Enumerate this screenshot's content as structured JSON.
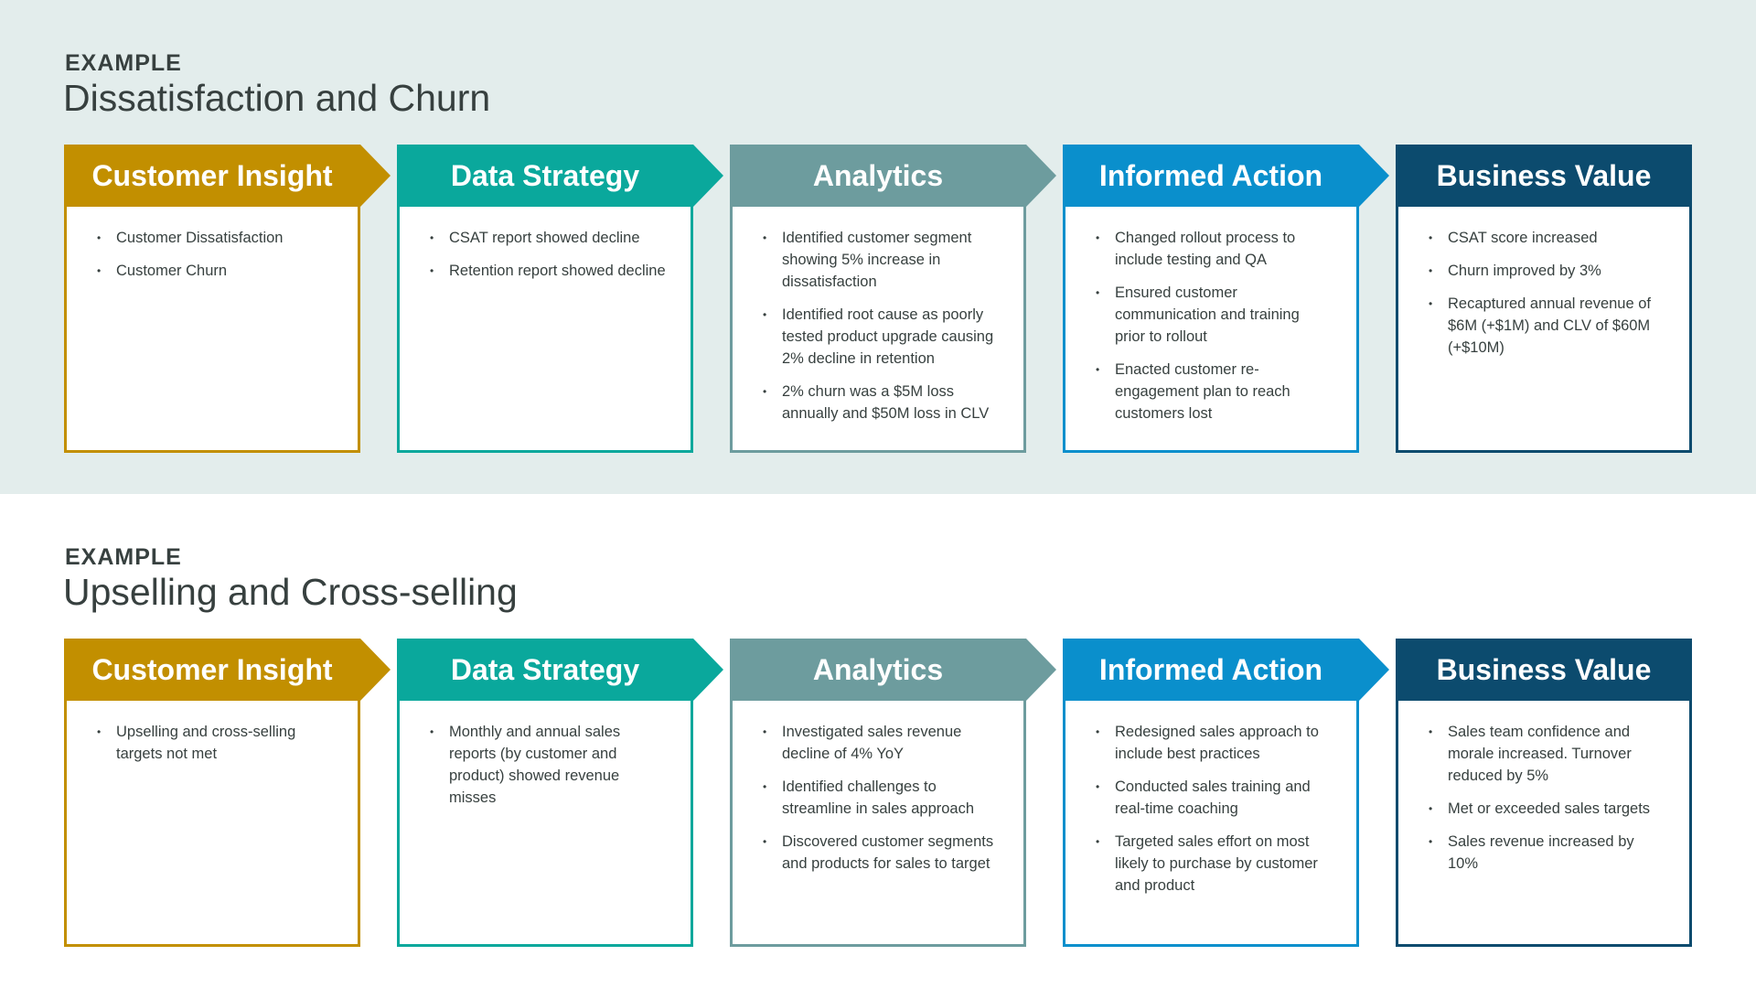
{
  "colors": {
    "customer_insight": "#c28f00",
    "data_strategy": "#0aa89c",
    "analytics": "#6d9c9e",
    "informed_action": "#0a8fcc",
    "business_value": "#0c4b6e",
    "top_background": "#e3edec"
  },
  "examples": [
    {
      "eyebrow": "EXAMPLE",
      "title": "Dissatisfaction and Churn",
      "stages": [
        {
          "title": "Customer Insight",
          "bullets": [
            "Customer Dissatisfaction",
            "Customer Churn"
          ]
        },
        {
          "title": "Data Strategy",
          "bullets": [
            "CSAT report showed decline",
            "Retention report showed decline"
          ]
        },
        {
          "title": "Analytics",
          "bullets": [
            "Identified customer segment showing 5% increase in dissatisfaction",
            "Identified root cause as poorly tested product upgrade causing 2% decline in retention",
            "2% churn was a $5M loss annually and $50M loss in CLV"
          ]
        },
        {
          "title": "Informed Action",
          "bullets": [
            "Changed rollout process to include testing and QA",
            "Ensured customer communication and training prior to rollout",
            "Enacted customer re-engagement plan to reach customers lost"
          ]
        },
        {
          "title": "Business Value",
          "bullets": [
            "CSAT score increased",
            "Churn improved by 3%",
            "Recaptured annual revenue of $6M (+$1M) and CLV of $60M (+$10M)"
          ]
        }
      ]
    },
    {
      "eyebrow": "EXAMPLE",
      "title": "Upselling and Cross-selling",
      "stages": [
        {
          "title": "Customer Insight",
          "bullets": [
            "Upselling and cross-selling targets not met"
          ]
        },
        {
          "title": "Data Strategy",
          "bullets": [
            "Monthly and annual sales reports (by customer and product) showed revenue misses"
          ]
        },
        {
          "title": "Analytics",
          "bullets": [
            "Investigated sales revenue decline of 4% YoY",
            "Identified challenges to streamline in sales approach",
            "Discovered customer segments and products for sales to target"
          ]
        },
        {
          "title": "Informed Action",
          "bullets": [
            "Redesigned sales approach to include best practices",
            "Conducted sales training and real-time coaching",
            "Targeted sales effort on most likely to purchase by customer and product"
          ]
        },
        {
          "title": "Business Value",
          "bullets": [
            "Sales team confidence and morale increased. Turnover reduced by 5%",
            "Met or exceeded sales targets",
            "Sales revenue increased by 10%"
          ]
        }
      ]
    }
  ]
}
